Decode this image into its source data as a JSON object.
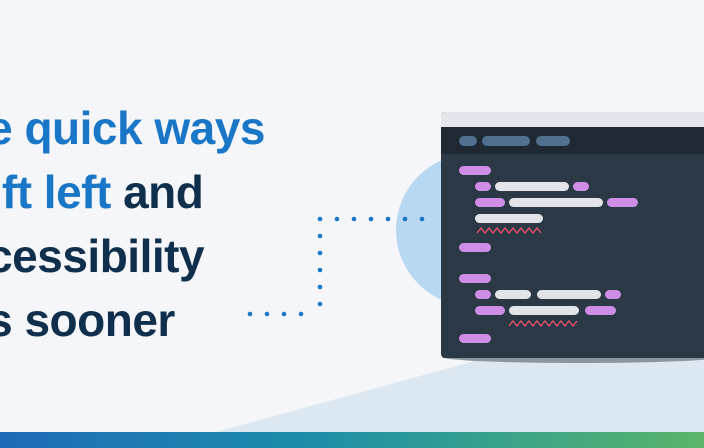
{
  "headline": {
    "line1": {
      "accent": "ee quick ways"
    },
    "line2": {
      "accent": "hift left",
      "rest": " and"
    },
    "line3": {
      "rest": "ccessibility"
    },
    "line4": {
      "rest": "es sooner"
    }
  },
  "colors": {
    "accent_blue": "#1a76c6",
    "dark_navy": "#0f2f4c",
    "editor_bg": "#2b3845",
    "code_tag_purple": "#cf8ee6",
    "code_text_gray": "#e1e4e8",
    "error_squiggle_red": "#e0526a",
    "connector_dots": "#1a76c6"
  },
  "illustration": {
    "window_tabs": [
      "tab-1",
      "tab-2",
      "tab-3"
    ],
    "icons": [
      "code-editor-window",
      "error-squiggle-icon",
      "dotted-connector"
    ]
  }
}
